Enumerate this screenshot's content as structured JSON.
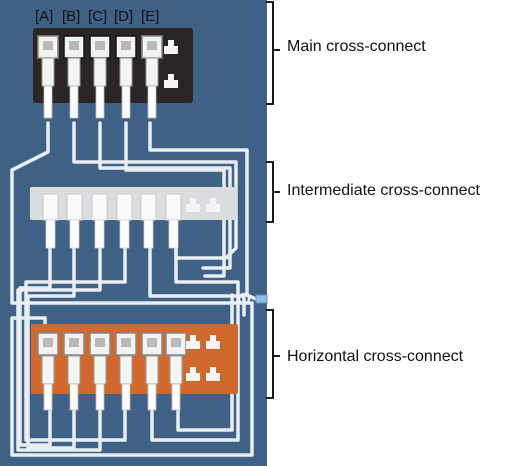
{
  "port_letters": [
    "[A]",
    "[B]",
    "[C]",
    "[D]",
    "[E]"
  ],
  "labels": {
    "main": "Main cross-connect",
    "intermediate": "Intermediate cross-connect",
    "horizontal": "Horizontal cross-connect"
  },
  "colors": {
    "rack": "#3f6185",
    "cable": "#e9eef2",
    "main_panel": "#2b2625",
    "intermediate_panel": "#d9dde0",
    "horizontal_panel": "#d0692e",
    "accent_connector": "#8fbde8",
    "bracket": "#000000"
  },
  "icons": [
    "rj45-connector-icon",
    "patch-cable-icon",
    "network-jack-icon"
  ]
}
